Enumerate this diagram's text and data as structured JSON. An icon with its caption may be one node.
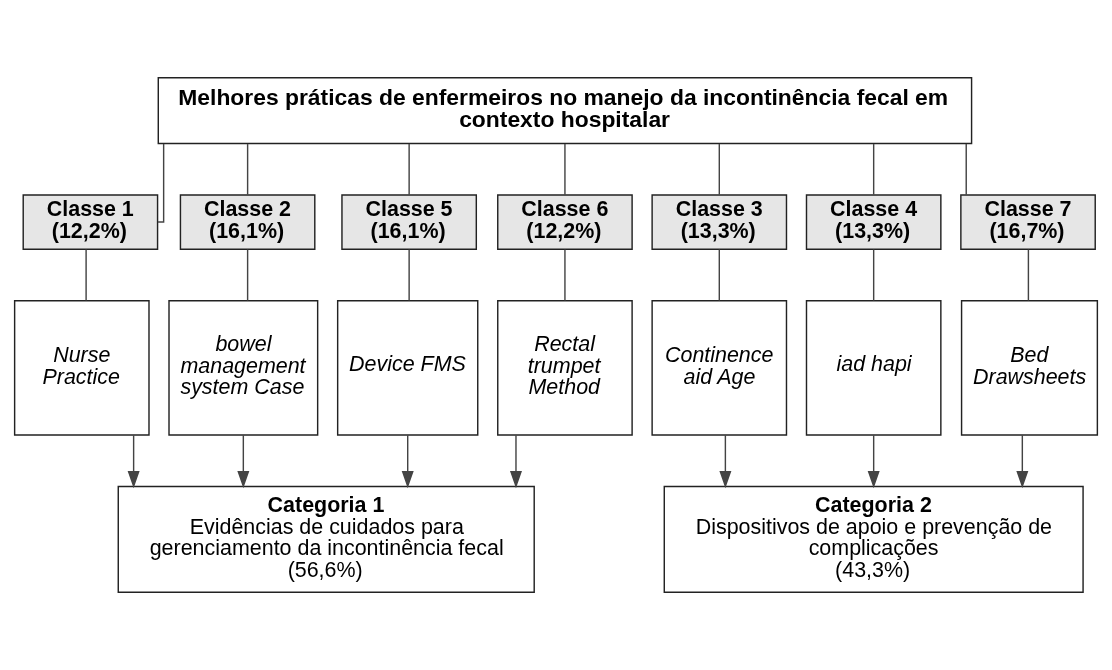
{
  "diagram": {
    "nodes": [
      {
        "text": [
          "Melhores práticas de enfermeiros no manejo da incontinência fecal em contexto hospitalar"
        ]
      },
      {
        "text": [
          "Classe 1 (12,2%)"
        ]
      },
      {
        "text": [
          "Classe 2 (16,1%)"
        ]
      },
      {
        "text": [
          "Classe 5 (16,1%)"
        ]
      },
      {
        "text": [
          "Classe 6 (12,2%)"
        ]
      },
      {
        "text": [
          "Classe 3 (13,3%)"
        ]
      },
      {
        "text": [
          "Classe 4 (13,3%)"
        ]
      },
      {
        "text": [
          "Classe 7 (16,7%)"
        ]
      },
      {
        "text": [
          "Nurse Practice"
        ]
      },
      {
        "text": [
          "bowel management system Case"
        ]
      },
      {
        "text": [
          "Device FMS"
        ]
      },
      {
        "text": [
          "Rectal trumpet Method"
        ]
      },
      {
        "text": [
          "Continence aid Age"
        ]
      },
      {
        "text": [
          "iad hapi"
        ]
      },
      {
        "text": [
          "Bed Drawsheets"
        ]
      },
      {
        "text": [
          "Categoria 1",
          "Evidências de cuidados para gerenciamento da incontinência fecal",
          "(56,6%)"
        ]
      },
      {
        "text": [
          "Categoria 2",
          "Dispositivos de apoio e prevenção de complicações",
          "(43,3%)"
        ]
      }
    ],
    "edges": [
      {
        "from": 0,
        "to": 1,
        "arrow": "none"
      },
      {
        "from": 0,
        "to": 2,
        "arrow": "none"
      },
      {
        "from": 0,
        "to": 3,
        "arrow": "none"
      },
      {
        "from": 0,
        "to": 4,
        "arrow": "none"
      },
      {
        "from": 0,
        "to": 5,
        "arrow": "none"
      },
      {
        "from": 0,
        "to": 6,
        "arrow": "none"
      },
      {
        "from": 0,
        "to": 7,
        "arrow": "none"
      },
      {
        "from": 1,
        "to": 8,
        "arrow": "none"
      },
      {
        "from": 2,
        "to": 9,
        "arrow": "none"
      },
      {
        "from": 3,
        "to": 10,
        "arrow": "none"
      },
      {
        "from": 4,
        "to": 11,
        "arrow": "none"
      },
      {
        "from": 5,
        "to": 12,
        "arrow": "none"
      },
      {
        "from": 6,
        "to": 13,
        "arrow": "none"
      },
      {
        "from": 7,
        "to": 14,
        "arrow": "none"
      },
      {
        "from": 8,
        "to": 15,
        "arrow": "to"
      },
      {
        "from": 9,
        "to": 15,
        "arrow": "to"
      },
      {
        "from": 10,
        "to": 15,
        "arrow": "to"
      },
      {
        "from": 11,
        "to": 15,
        "arrow": "to"
      },
      {
        "from": 12,
        "to": 16,
        "arrow": "to"
      },
      {
        "from": 13,
        "to": 16,
        "arrow": "to"
      },
      {
        "from": 14,
        "to": 16,
        "arrow": "to"
      }
    ]
  }
}
